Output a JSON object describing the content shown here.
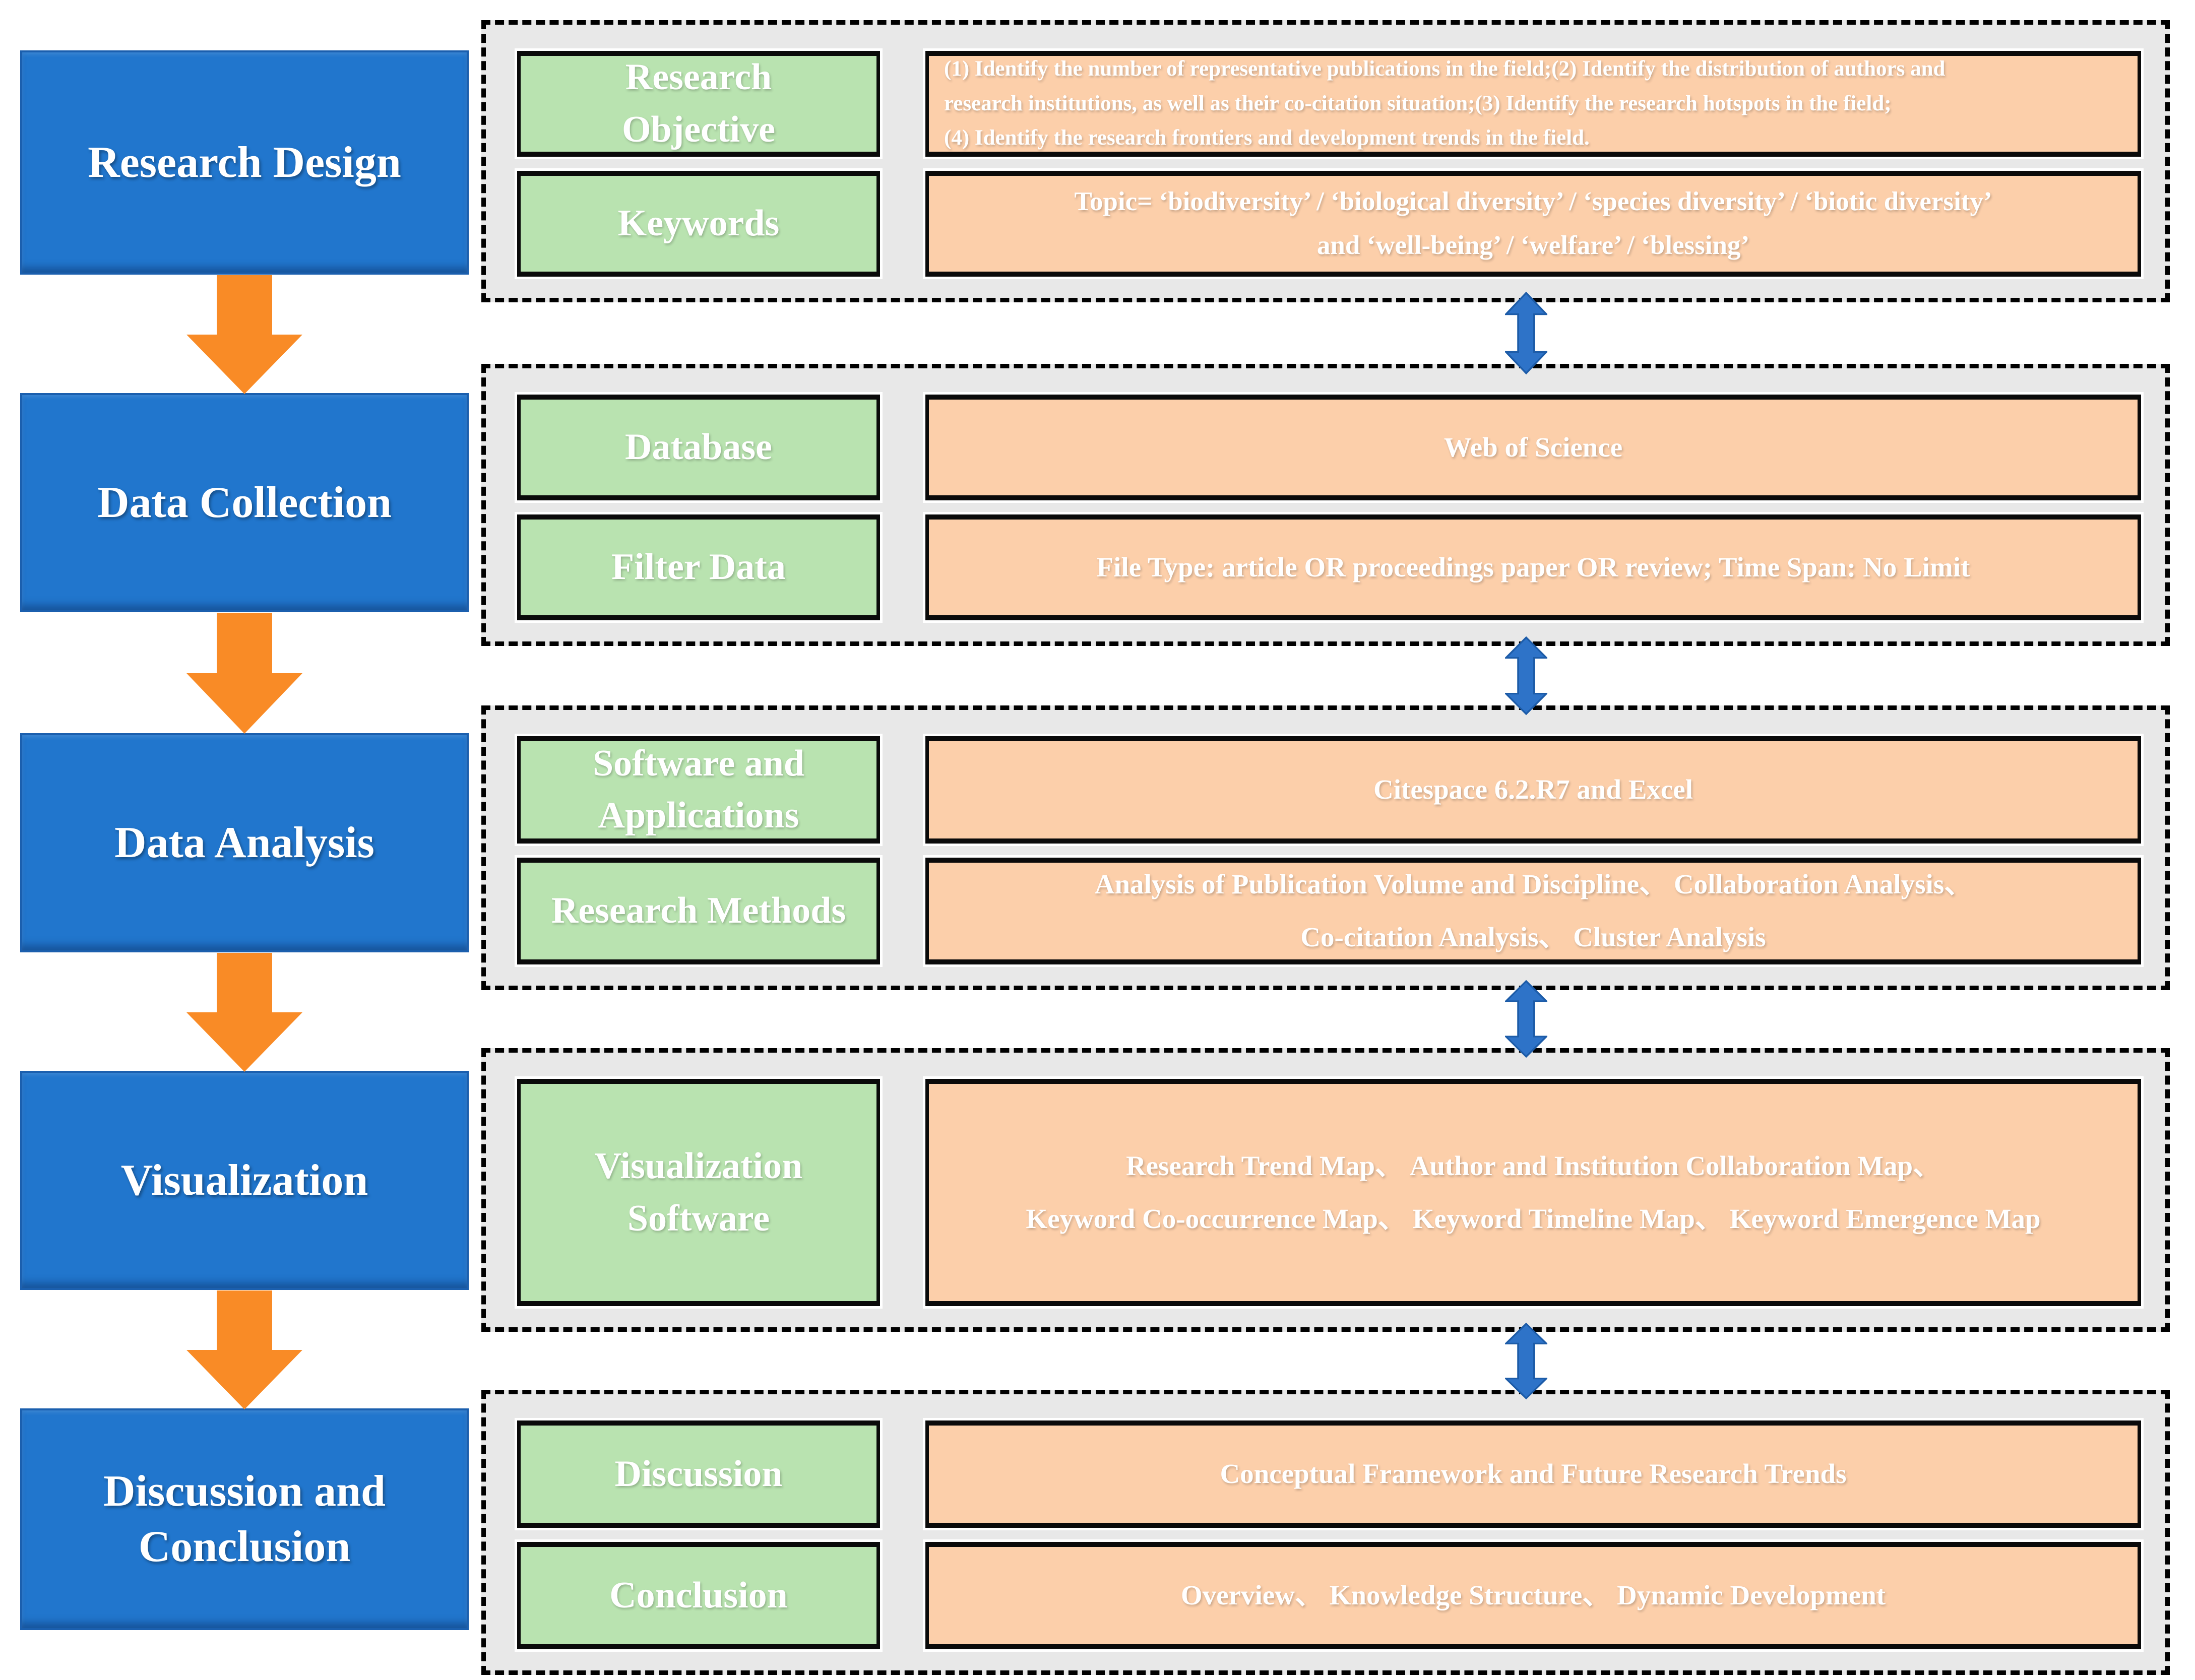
{
  "colors": {
    "blue_box": "#2176cd",
    "blue_box_border": "#1b5fae",
    "green_box": "#b9e3b0",
    "orange_box": "#fccfaa",
    "panel_bg": "#e8e8e8",
    "orange_arrow": "#f98b26",
    "blue_arrow": "#2e73c8",
    "blue_arrow_border": "#1d5ca8",
    "box_border": "#0a0a0a",
    "text": "#ffffff"
  },
  "stages": [
    {
      "title": "Research Design"
    },
    {
      "title": "Data Collection"
    },
    {
      "title": "Data Analysis"
    },
    {
      "title": "Visualization"
    },
    {
      "title": "Discussion and\nConclusion"
    }
  ],
  "panels": [
    {
      "rows": [
        {
          "label": "Research\nObjective",
          "content": "(1) Identify the number of representative publications in the field;(2) Identify the distribution of authors and\nresearch institutions, as well as their co-citation situation;(3) Identify the research hotspots in the field;\n(4) Identify the research frontiers and development trends in the field."
        },
        {
          "label": "Keywords",
          "content": "Topic= ‘biodiversity’ / ‘biological diversity’ / ‘species diversity’ / ‘biotic diversity’\nand ‘well-being’ / ‘welfare’ / ‘blessing’"
        }
      ]
    },
    {
      "rows": [
        {
          "label": "Database",
          "content": "Web of Science"
        },
        {
          "label": "Filter Data",
          "content": "File Type: article OR proceedings paper OR review; Time Span: No Limit"
        }
      ]
    },
    {
      "rows": [
        {
          "label": "Software and\nApplications",
          "content": "Citespace 6.2.R7 and Excel"
        },
        {
          "label": "Research Methods",
          "content": "Analysis of Publication Volume and Discipline、 Collaboration Analysis、\nCo-citation Analysis、 Cluster Analysis"
        }
      ]
    },
    {
      "rows": [
        {
          "label": "Visualization\nSoftware",
          "content": "Research Trend Map、 Author and Institution Collaboration Map、\nKeyword Co-occurrence Map、 Keyword Timeline Map、 Keyword Emergence Map"
        }
      ]
    },
    {
      "rows": [
        {
          "label": "Discussion",
          "content": "Conceptual Framework and Future Research Trends"
        },
        {
          "label": "Conclusion",
          "content": "Overview、 Knowledge Structure、 Dynamic Development"
        }
      ]
    }
  ]
}
